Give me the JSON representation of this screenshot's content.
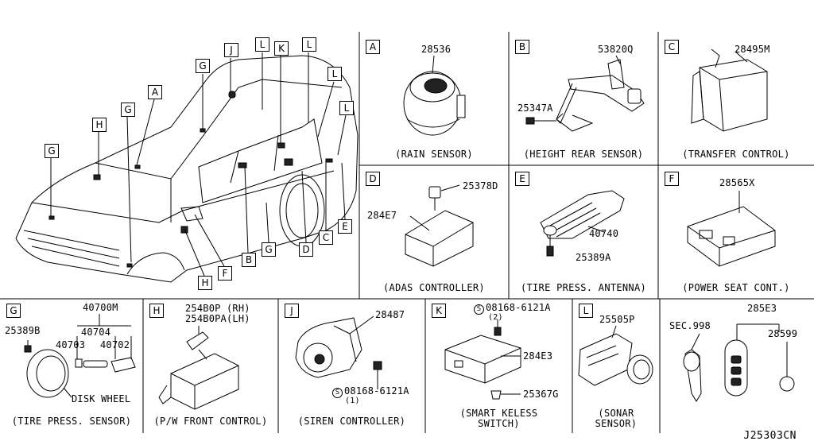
{
  "diagram_code": "J25303CN",
  "vehicle_callouts": [
    "G",
    "J",
    "L",
    "K",
    "L",
    "L",
    "L",
    "A",
    "G",
    "H",
    "G",
    "H",
    "F",
    "B",
    "G",
    "D",
    "C",
    "E"
  ],
  "panels": {
    "A": {
      "letter": "A",
      "parts": [
        "28536"
      ],
      "caption": "(RAIN SENSOR)"
    },
    "B": {
      "letter": "B",
      "parts": [
        "53820Q",
        "25347A"
      ],
      "caption": "(HEIGHT REAR SENSOR)"
    },
    "C": {
      "letter": "C",
      "parts": [
        "28495M"
      ],
      "caption": "(TRANSFER CONTROL)"
    },
    "D": {
      "letter": "D",
      "parts": [
        "25378D",
        "284E7"
      ],
      "caption": "(ADAS CONTROLLER)"
    },
    "E": {
      "letter": "E",
      "parts": [
        "40740",
        "25389A"
      ],
      "caption": "(TIRE PRESS. ANTENNA)"
    },
    "F": {
      "letter": "F",
      "parts": [
        "28565X"
      ],
      "caption": "(POWER SEAT CONT.)"
    },
    "G": {
      "letter": "G",
      "parts": [
        "40700M",
        "25389B",
        "40704",
        "40703",
        "40702"
      ],
      "note": "DISK WHEEL",
      "caption": "(TIRE PRESS. SENSOR)"
    },
    "H": {
      "letter": "H",
      "parts": [
        "254B0P (RH)",
        "254B0PA(LH)"
      ],
      "caption": "(P/W FRONT CONTROL)"
    },
    "J": {
      "letter": "J",
      "parts": [
        "28487",
        "08168-6121A",
        "(1)"
      ],
      "caption": "(SIREN CONTROLLER)"
    },
    "K": {
      "letter": "K",
      "parts": [
        "08168-6121A",
        "(2)",
        "284E3",
        "25367G"
      ],
      "caption_line1": "(SMART KELESS",
      "caption_line2": "SWITCH)"
    },
    "L": {
      "letter": "L",
      "parts": [
        "25505P"
      ],
      "caption_line1": "(SONAR",
      "caption_line2": "SENSOR)"
    },
    "KEY": {
      "parts": [
        "285E3",
        "SEC.998",
        "28599"
      ]
    }
  }
}
